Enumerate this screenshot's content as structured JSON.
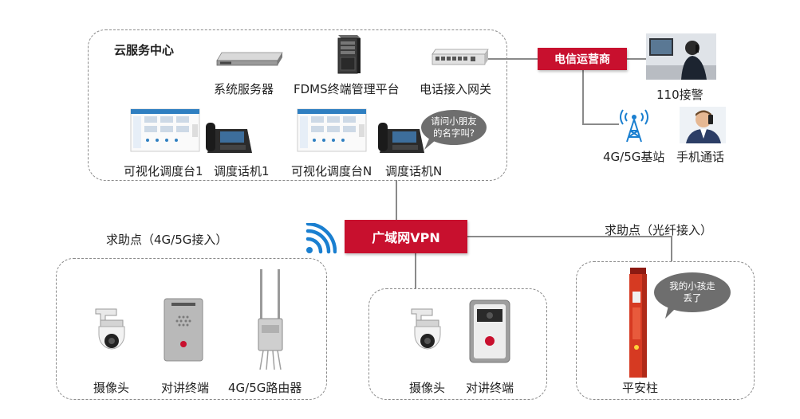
{
  "cloud": {
    "title": "云服务中心",
    "system_server": "系统服务器",
    "fdms_platform": "FDMS终端管理平台",
    "phone_gateway": "电话接入网关",
    "dispatch_desk_1": "可视化调度台1",
    "dispatch_phone_1": "调度话机1",
    "dispatch_desk_n": "可视化调度台N",
    "dispatch_phone_n": "调度话机N",
    "speech_bubble": "请问小朋友的名字叫?"
  },
  "telecom": {
    "operator": "电信运营商",
    "police_110": "110接警",
    "base_station": "4G/5G基站",
    "mobile_call": "手机通话"
  },
  "wan": {
    "label": "广域网VPN"
  },
  "help_4g": {
    "title": "求助点（4G/5G接入）",
    "camera": "摄像头",
    "intercom": "对讲终端",
    "router": "4G/5G路由器"
  },
  "middle": {
    "camera": "摄像头",
    "intercom": "对讲终端"
  },
  "help_fiber": {
    "title": "求助点（光纤接入）",
    "pillar": "平安柱",
    "speech_bubble": "我的小孩走丢了"
  },
  "colors": {
    "accent_red": "#c8102e",
    "line_gray": "#8a8a8a",
    "wifi_blue": "#1a7fd0"
  }
}
